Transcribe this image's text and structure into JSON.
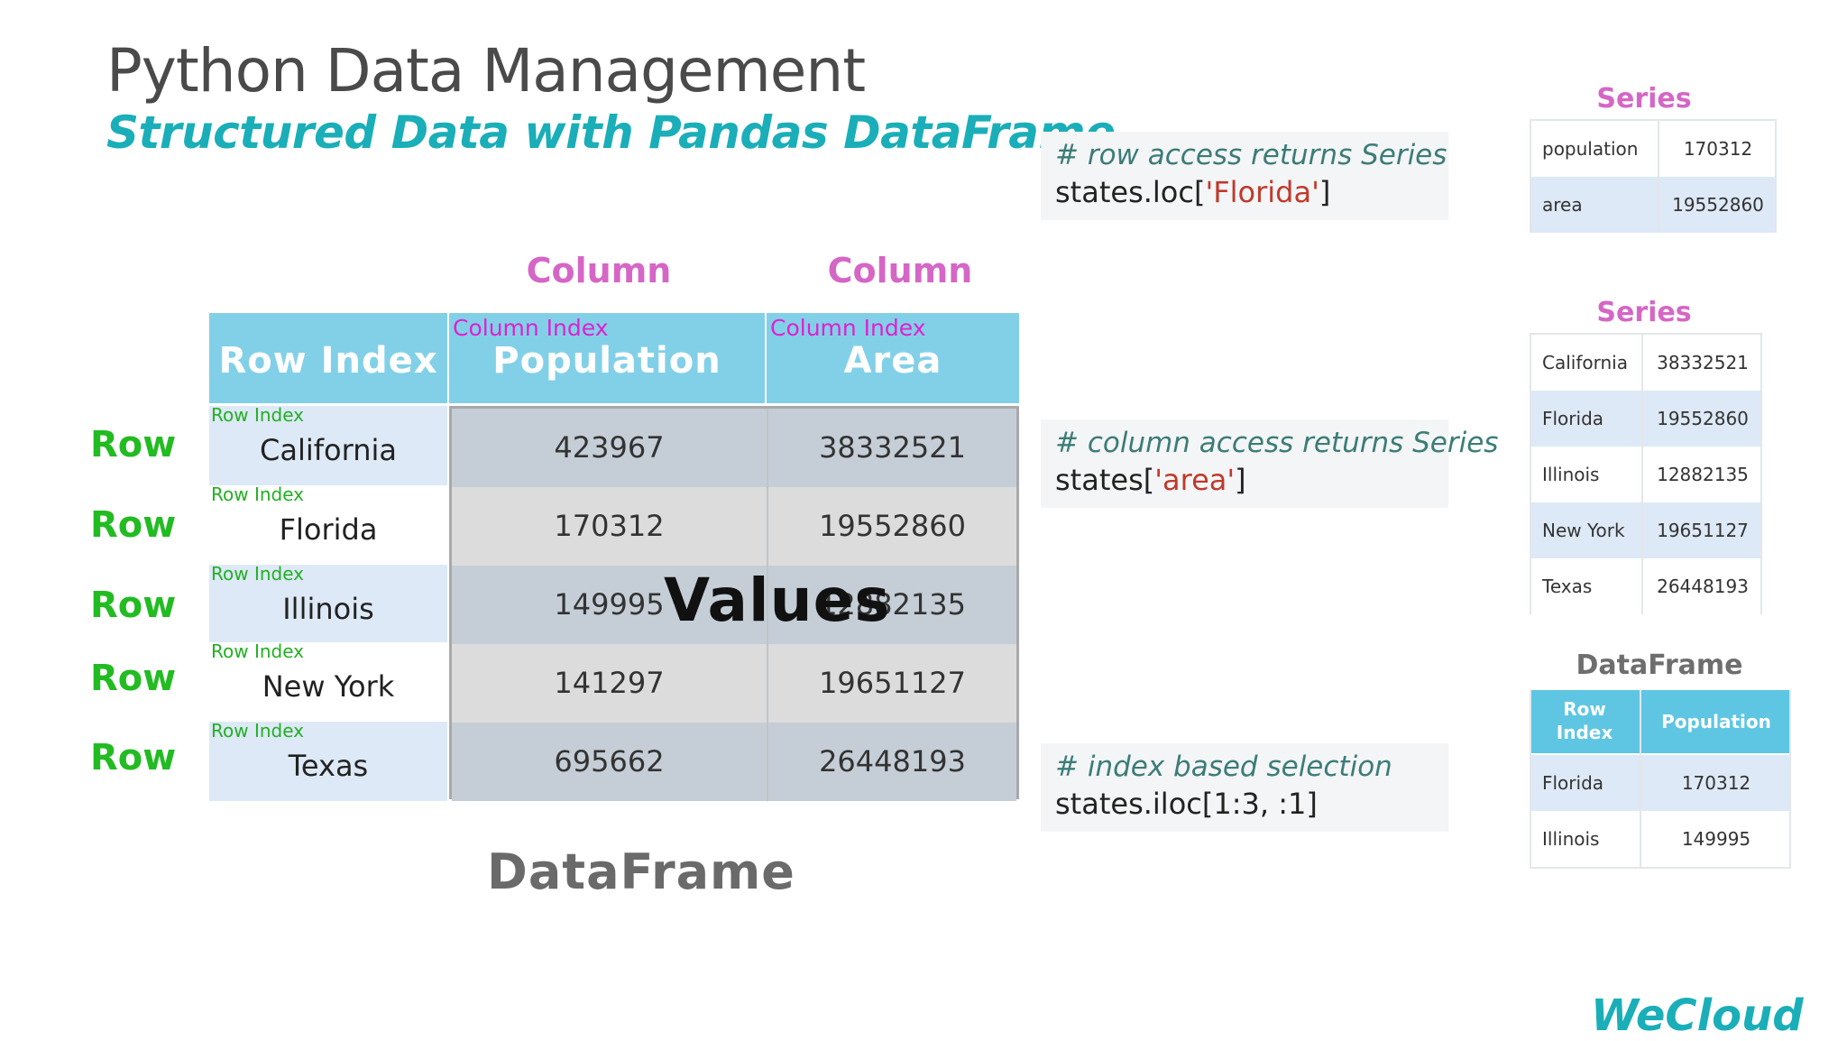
{
  "header": {
    "title": "Python Data Management",
    "subtitle": "Structured Data with Pandas DataFrame"
  },
  "column_labels": [
    "Column",
    "Column"
  ],
  "dataframe": {
    "headers": {
      "row_index": "Row Index",
      "population": "Population",
      "area": "Area",
      "column_index_tag": "Column Index"
    },
    "row_index_tag": "Row Index",
    "row_word": "Row",
    "rows": [
      {
        "name": "California",
        "population": "423967",
        "area": "38332521"
      },
      {
        "name": "Florida",
        "population": "170312",
        "area": "19552860"
      },
      {
        "name": "Illinois",
        "population": "149995",
        "area": "12882135"
      },
      {
        "name": "New York",
        "population": "141297",
        "area": "19651127"
      },
      {
        "name": "Texas",
        "population": "695662",
        "area": "26448193"
      }
    ],
    "values_label": "Values",
    "label": "DataFrame"
  },
  "code_blocks": [
    {
      "comment": "# row access returns Series",
      "code_prefix": "states.loc[",
      "code_string": "'Florida'",
      "code_suffix": "]"
    },
    {
      "comment": "# column access returns Series",
      "code_prefix": "states[",
      "code_string": "'area'",
      "code_suffix": "]"
    },
    {
      "comment": "# index based selection",
      "code_prefix": "states.iloc[1:3, :1]",
      "code_string": "",
      "code_suffix": ""
    }
  ],
  "series_1": {
    "title": "Series",
    "rows": [
      {
        "key": "population",
        "value": "170312"
      },
      {
        "key": "area",
        "value": "19552860"
      }
    ]
  },
  "series_2": {
    "title": "Series",
    "rows": [
      {
        "key": "California",
        "value": "38332521"
      },
      {
        "key": "Florida",
        "value": "19552860"
      },
      {
        "key": "Illinois",
        "value": "12882135"
      },
      {
        "key": "New York",
        "value": "19651127"
      },
      {
        "key": "Texas",
        "value": "26448193"
      }
    ]
  },
  "dataframe_small": {
    "title": "DataFrame",
    "headers": [
      "Row\nIndex",
      "Population"
    ],
    "rows": [
      {
        "key": "Florida",
        "value": "170312"
      },
      {
        "key": "Illinois",
        "value": "149995"
      }
    ]
  },
  "brand": "WeCloud",
  "colors": {
    "teal": "#1aaeb8",
    "pink": "#d566c6",
    "green": "#22bb22",
    "header_blue": "#82d0e8",
    "string_red": "#c0392b"
  }
}
